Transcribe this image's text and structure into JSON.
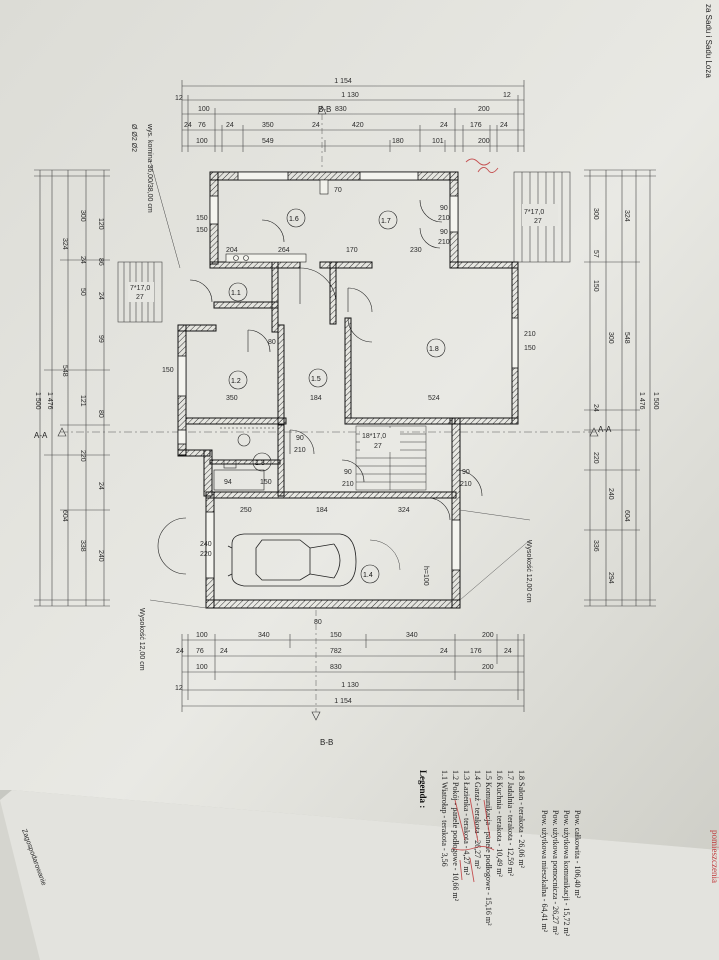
{
  "header": {
    "project_note": "za Sadu i Sadu Loza"
  },
  "dims": {
    "total_width": "1 154",
    "inner_width": "1 130",
    "edge": "12",
    "top_row1": [
      "100",
      "830",
      "200"
    ],
    "top_row2": [
      "24",
      "76",
      "24",
      "350",
      "24",
      "420",
      "24",
      "176",
      "24"
    ],
    "top_row3": [
      "100",
      "549",
      "180",
      "101",
      "200"
    ],
    "bottom_row1": [
      "100",
      "340",
      "150",
      "340",
      "200"
    ],
    "bottom_row2": [
      "24",
      "76",
      "24",
      "782",
      "24",
      "176",
      "24"
    ],
    "bottom_row3": [
      "100",
      "830",
      "200"
    ],
    "left_total": "1 500",
    "left_inner": "1 476",
    "left_col": [
      "324",
      "604",
      "548"
    ],
    "left_small": [
      "300",
      "24",
      "50",
      "120",
      "86",
      "24",
      "99",
      "121",
      "220",
      "80",
      "24",
      "338",
      "240"
    ],
    "right_total": "1 500",
    "right_inner": "1 476",
    "right_col": [
      "324",
      "548",
      "604"
    ],
    "right_small": [
      "300",
      "57",
      "150",
      "300",
      "24",
      "220",
      "240",
      "336",
      "294"
    ]
  },
  "sections": {
    "aa": "A-A",
    "bb": "B-B"
  },
  "stairs": {
    "left": "7*17,0",
    "left_n": "27",
    "right": "7*17,0",
    "right_n": "27",
    "center": "18*17,0",
    "center_n": "27"
  },
  "rooms": {
    "r11": "1.1",
    "r12": "1.2",
    "r13": "1.3",
    "r14": "1.4",
    "r15": "1.5",
    "r16": "1.6",
    "r17": "1.7",
    "r18": "1.8"
  },
  "interior_dims": {
    "k1": "150",
    "k2": "150",
    "k3": "70",
    "k4": "204",
    "k5": "264",
    "k6": "170",
    "k7": "230",
    "k8": "90",
    "k9": "210",
    "k10": "90",
    "k11": "210",
    "k12": "350",
    "k13": "150",
    "k14": "524",
    "k15": "210",
    "k16": "150",
    "k17": "184",
    "k18": "90",
    "k19": "210",
    "k20": "94",
    "k21": "150",
    "k22": "250",
    "k23": "184",
    "k24": "324",
    "k25": "90",
    "k26": "210",
    "k27": "80",
    "k28": "90",
    "k29": "210",
    "k30": "220",
    "k31": "240",
    "k32": "80"
  },
  "notes": {
    "vent": "wys. komina 36,00/38,00 cm",
    "garage_h": "h=100",
    "wyzn1": "Wysokość 12,00 cm",
    "wyzn2": "Wysokość 12,00 cm",
    "stair_dim": "Ø Ø2 Ø2"
  },
  "legend": {
    "title": "Legenda :",
    "items": [
      "1.1 Wiatrołap - terakota - 3,56",
      "1.2 Pokój - panele podłogowe - 10,66 m²",
      "1.3 Łazienka - terakota - 4,27 m²",
      "1.4 Garaż - terakota - 26,27 m²",
      "1.5 Komunikacja - panele podłogowe - 15,16 m²",
      "1.6 Kuchnia - terakota - 10,49 m²",
      "1.7 Jadalnia - terakota - 12,59 m²",
      "1.8 Salon - terakota - 26,06 m²"
    ],
    "totals": [
      "Pow. użytkowa mieszkalna - 64,41 m²",
      "Pow. użytkowa pomocnicza - 26,27 m²",
      "Pow. użytkowa komunikacji - 15,72 m²",
      "Pow. całkowita - 106,40 m²"
    ]
  },
  "edge_label": "Zagospodarowanie",
  "stamp": "pomieszczenia"
}
